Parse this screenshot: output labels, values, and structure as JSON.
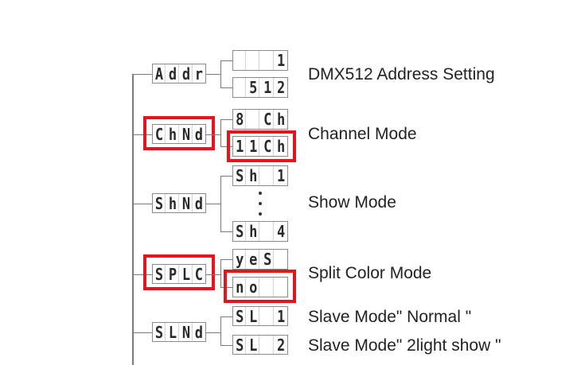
{
  "menu": [
    {
      "code": [
        "A",
        "d",
        "d",
        "r"
      ],
      "label": "DMX512 Address Setting",
      "highlighted": false,
      "options": [
        {
          "cells": [
            "",
            "",
            "",
            "1"
          ],
          "highlighted": false
        },
        {
          "cells": [
            "",
            "5",
            "1",
            "2"
          ],
          "highlighted": false
        }
      ]
    },
    {
      "code": [
        "C",
        "h",
        "N",
        "d"
      ],
      "label": "Channel Mode",
      "highlighted": true,
      "options": [
        {
          "cells": [
            "8",
            "",
            "C",
            "h"
          ],
          "highlighted": false
        },
        {
          "cells": [
            "1",
            "1",
            "C",
            "h"
          ],
          "highlighted": true
        }
      ]
    },
    {
      "code": [
        "S",
        "h",
        "N",
        "d"
      ],
      "label": "Show Mode",
      "highlighted": false,
      "options": [
        {
          "cells": [
            "S",
            "h",
            "",
            "1"
          ],
          "highlighted": false
        },
        {
          "cells": [
            "S",
            "h",
            "",
            "4"
          ],
          "highlighted": false
        }
      ],
      "ellipsis": true
    },
    {
      "code": [
        "S",
        "P",
        "L",
        "C"
      ],
      "label": "Split Color Mode",
      "highlighted": true,
      "options": [
        {
          "cells": [
            "y",
            "e",
            "S",
            ""
          ],
          "highlighted": false
        },
        {
          "cells": [
            "n",
            "o",
            "",
            ""
          ],
          "highlighted": true
        }
      ]
    },
    {
      "code": [
        "S",
        "L",
        "N",
        "d"
      ],
      "highlighted": false,
      "options": [
        {
          "cells": [
            "S",
            "L",
            "",
            "1"
          ],
          "highlighted": false,
          "label": "Slave Mode\" Normal \""
        },
        {
          "cells": [
            "S",
            "L",
            "",
            "2"
          ],
          "highlighted": false,
          "label": "Slave Mode\" 2light show \""
        }
      ]
    }
  ],
  "colors": {
    "highlight": "#e8141b",
    "line": "#7a7a7a"
  }
}
